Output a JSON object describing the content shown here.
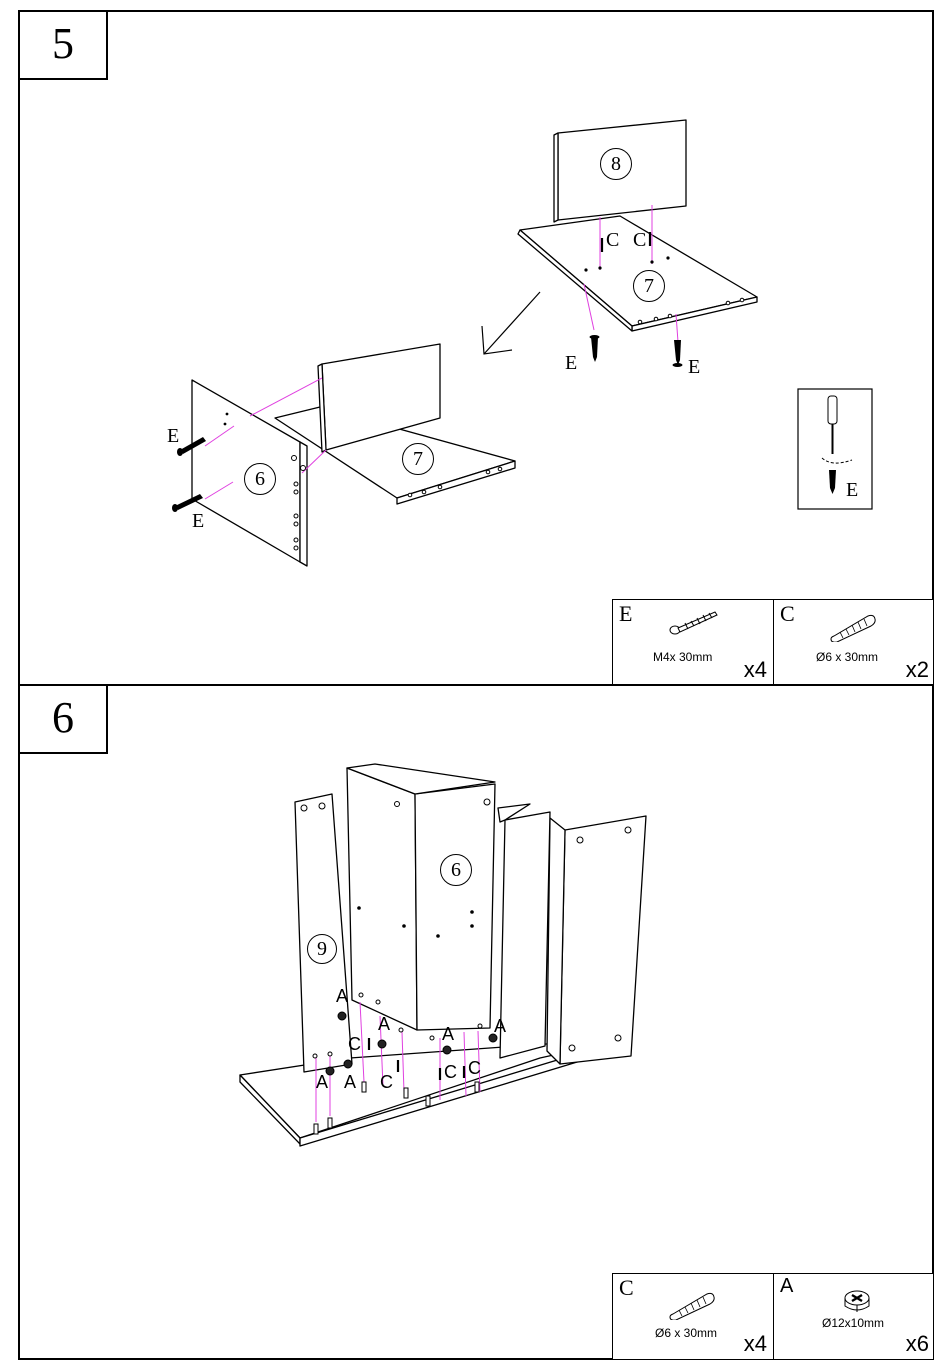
{
  "steps": [
    {
      "number": "5",
      "part_labels": {
        "shelf_top": "8",
        "shelf_bottom_top": "7",
        "side": "6",
        "shelf_bottom_left": "7"
      },
      "callouts": {
        "c1": "C",
        "c2": "C",
        "e1": "E",
        "e2": "E",
        "e3": "E",
        "e4": "E",
        "tool": "E"
      },
      "hardware": [
        {
          "letter": "E",
          "icon": "screw-icon",
          "size": "M4x  30mm",
          "qty": "x4"
        },
        {
          "letter": "C",
          "icon": "dowel-icon",
          "size": "Ø6 x  30mm",
          "qty": "x2"
        }
      ]
    },
    {
      "number": "6",
      "part_labels": {
        "side": "6",
        "divider": "9"
      },
      "callouts": {
        "a1": "A",
        "a2": "A",
        "a3": "A",
        "a4": "A",
        "a5": "A",
        "a6": "A",
        "c1": "C",
        "c2": "C",
        "c3": "C",
        "c4": "C"
      },
      "hardware": [
        {
          "letter": "C",
          "icon": "dowel-icon",
          "size": "Ø6 x  30mm",
          "qty": "x4"
        },
        {
          "letter": "A",
          "icon": "cam-lock-icon",
          "size": "Ø12x10mm",
          "qty": "x6"
        }
      ]
    }
  ]
}
